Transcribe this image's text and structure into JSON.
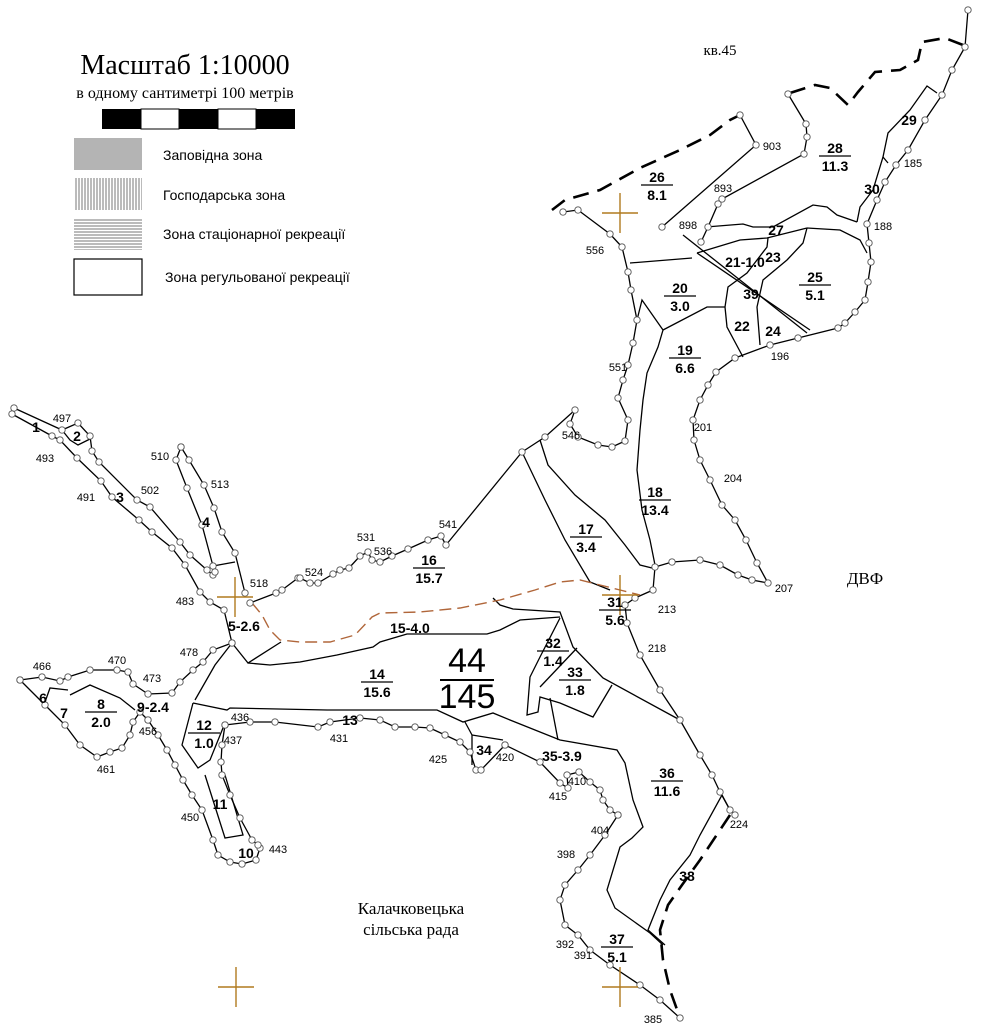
{
  "legend": {
    "title": "Масштаб  1:10000",
    "subtitle": "в одному сантиметрі 100 метрів",
    "items": [
      {
        "label": "Заповідна зона",
        "swatch": "solid-gray",
        "color": "#b4b4b4"
      },
      {
        "label": "Господарська зона",
        "swatch": "vertical-hatch"
      },
      {
        "label": "Зона стаціонарної рекреації",
        "swatch": "horizontal-hatch"
      },
      {
        "label": "Зона регульованої рекреації",
        "swatch": "empty"
      }
    ]
  },
  "place_labels": {
    "kv45": "кв.45",
    "dvf": "ДВФ",
    "council_line1": "Калачковецька",
    "council_line2": "сільська рада"
  },
  "main_block": {
    "number": "44",
    "area": "145"
  },
  "region_labels": [
    "1",
    "2",
    "3",
    "4",
    "5-2.6",
    "6",
    "7",
    "9-2.4",
    "10",
    "11",
    "13",
    "15-4.0",
    "21-1.0",
    "22",
    "23",
    "24",
    "27",
    "29",
    "30",
    "34",
    "35-3.9",
    "38",
    "39"
  ],
  "region_fractions": [
    {
      "number": "8",
      "area": "2.0"
    },
    {
      "number": "12",
      "area": "1.0"
    },
    {
      "number": "14",
      "area": "15.6"
    },
    {
      "number": "16",
      "area": "15.7"
    },
    {
      "number": "17",
      "area": "3.4"
    },
    {
      "number": "18",
      "area": "13.4"
    },
    {
      "number": "19",
      "area": "6.6"
    },
    {
      "number": "20",
      "area": "3.0"
    },
    {
      "number": "25",
      "area": "5.1"
    },
    {
      "number": "26",
      "area": "8.1"
    },
    {
      "number": "28",
      "area": "11.3"
    },
    {
      "number": "31",
      "area": "5.6"
    },
    {
      "number": "32",
      "area": "1.4"
    },
    {
      "number": "33",
      "area": "1.8"
    },
    {
      "number": "36",
      "area": "11.6"
    },
    {
      "number": "37",
      "area": "5.1"
    }
  ],
  "point_labels": [
    "497",
    "493",
    "491",
    "502",
    "510",
    "513",
    "518",
    "483",
    "524",
    "531",
    "536",
    "541",
    "546",
    "551",
    "556",
    "898",
    "893",
    "903",
    "185",
    "188",
    "196",
    "201",
    "204",
    "207",
    "213",
    "218",
    "224",
    "466",
    "470",
    "473",
    "478",
    "461",
    "456",
    "436",
    "437",
    "431",
    "425",
    "420",
    "415",
    "410",
    "404",
    "398",
    "392",
    "391",
    "385",
    "450",
    "443"
  ],
  "colors": {
    "boundary": "#000000",
    "grid_cross": "#b07a1e",
    "trail": "#b0663a",
    "reserve_zone": "#b4b4b4"
  }
}
